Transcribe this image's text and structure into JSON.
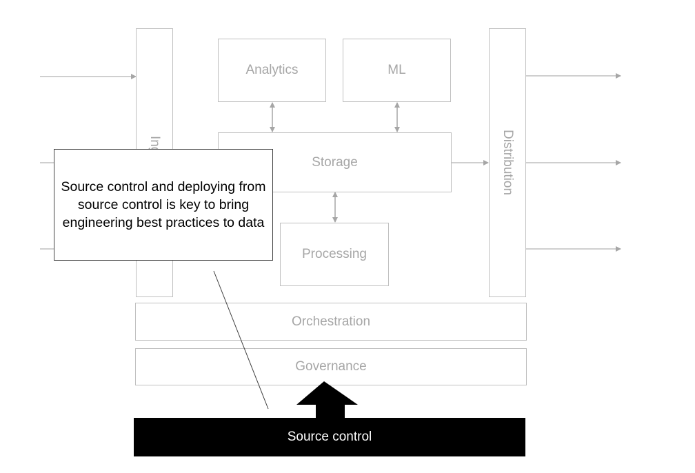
{
  "diagram": {
    "components": {
      "ingestion": "Ingestion",
      "analytics": "Analytics",
      "ml": "ML",
      "storage": "Storage",
      "processing": "Processing",
      "distribution": "Distribution",
      "orchestration": "Orchestration",
      "governance": "Governance"
    },
    "source_control": "Source control",
    "callout": "Source control and deploying from source control is key to bring engineering best practices to data",
    "colors": {
      "box_border": "#bfbfbf",
      "box_text": "#a6a6a6",
      "arrow": "#a6a6a6",
      "source_control_fill": "#000000",
      "callout_border": "#3f3f3f"
    }
  }
}
